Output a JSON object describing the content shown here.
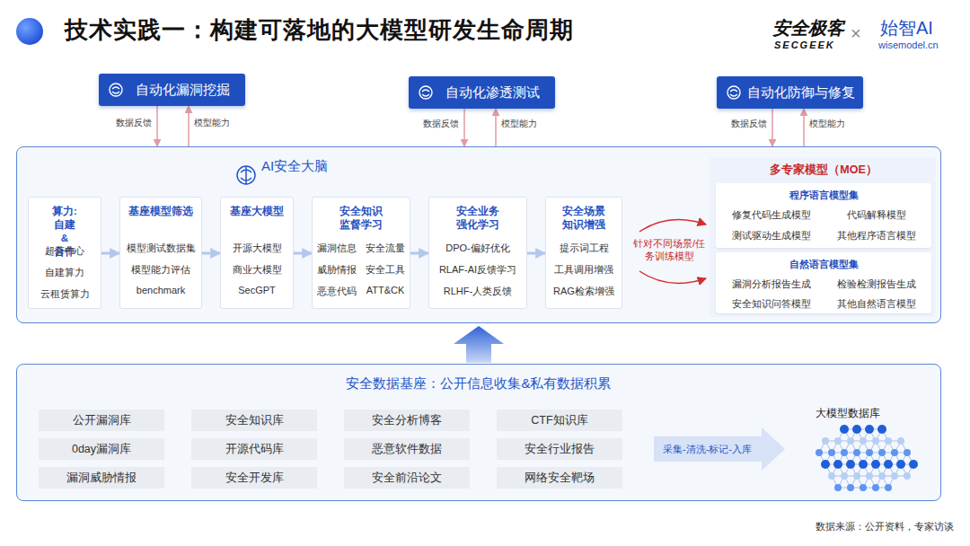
{
  "diagram": {
    "title": "技术实践一：构建可落地的大模型研发生命周期",
    "caption": "数据来源：公开资料，专家访谈",
    "nodes": [
      {
        "text": [
          "自动化漏洞挖掘"
        ]
      },
      {
        "text": [
          "自动化渗透测试"
        ]
      },
      {
        "text": [
          "自动化防御与修复"
        ]
      },
      {
        "text": [
          "AI安全大脑"
        ]
      },
      {
        "text": [
          "算力: 自建&合作",
          "超算中心",
          "自建算力",
          "云租赁算力"
        ],
        "in": 3
      },
      {
        "text": [
          "基座模型筛选",
          "模型测试数据集",
          "模型能力评估",
          "benchmark"
        ],
        "in": 3
      },
      {
        "text": [
          "基座大模型",
          "开源大模型",
          "商业大模型",
          "SecGPT"
        ],
        "in": 3
      },
      {
        "text": [
          "安全知识 监督学习",
          "漏洞信息",
          "安全流量",
          "威胁情报",
          "安全工具",
          "恶意代码",
          "ATT&CK"
        ],
        "in": 3
      },
      {
        "text": [
          "安全业务 强化学习",
          "DPO-偏好优化",
          "RLAF-AI反馈学习",
          "RLHF-人类反馈"
        ],
        "in": 3
      },
      {
        "text": [
          "安全场景 知识增强",
          "提示词工程",
          "工具调用增强",
          "RAG检索增强"
        ],
        "in": 3
      },
      {
        "text": [
          "多专家模型（MOE）"
        ],
        "in": 3
      },
      {
        "text": [
          "程序语言模型集",
          "修复代码生成模型",
          "代码解释模型",
          "测试驱动生成模型",
          "其他程序语言模型"
        ],
        "in": 10
      },
      {
        "text": [
          "自然语言模型集",
          "漏洞分析报告生成",
          "检验检测报告生成",
          "安全知识问答模型",
          "其他自然语言模型"
        ],
        "in": 10
      },
      {
        "text": [
          "安全数据基座：公开信息收集&私有数据积累"
        ]
      },
      {
        "text": [
          "公开漏洞库"
        ],
        "in": 13
      },
      {
        "text": [
          "安全知识库"
        ],
        "in": 13
      },
      {
        "text": [
          "安全分析博客"
        ],
        "in": 13
      },
      {
        "text": [
          "CTF知识库"
        ],
        "in": 13
      },
      {
        "text": [
          "0day漏洞库"
        ],
        "in": 13
      },
      {
        "text": [
          "开源代码库"
        ],
        "in": 13
      },
      {
        "text": [
          "恶意软件数据"
        ],
        "in": 13
      },
      {
        "text": [
          "安全行业报告"
        ],
        "in": 13
      },
      {
        "text": [
          "漏洞威胁情报"
        ],
        "in": 13
      },
      {
        "text": [
          "安全开发库"
        ],
        "in": 13
      },
      {
        "text": [
          "安全前沿论文"
        ],
        "in": 13
      },
      {
        "text": [
          "网络安全靶场"
        ],
        "in": 13
      }
    ],
    "edges": [
      {
        "from": 0,
        "to": 3,
        "label": "数据反馈",
        "arrow": "to"
      },
      {
        "from": 3,
        "to": 0,
        "label": "模型能力",
        "arrow": "to"
      },
      {
        "from": 1,
        "to": 3,
        "label": "数据反馈",
        "arrow": "to"
      },
      {
        "from": 3,
        "to": 1,
        "label": "模型能力",
        "arrow": "to"
      },
      {
        "from": 2,
        "to": 3,
        "label": "数据反馈",
        "arrow": "to"
      },
      {
        "from": 3,
        "to": 2,
        "label": "模型能力",
        "arrow": "to"
      },
      {
        "from": 4,
        "to": 5,
        "arrow": "to"
      },
      {
        "from": 5,
        "to": 6,
        "arrow": "to"
      },
      {
        "from": 6,
        "to": 7,
        "arrow": "to"
      },
      {
        "from": 7,
        "to": 8,
        "arrow": "to"
      },
      {
        "from": 8,
        "to": 9,
        "arrow": "to"
      },
      {
        "from": 13,
        "to": 3,
        "arrow": "to"
      }
    ],
    "labels": [
      "安全极客",
      "SECGEEK",
      "×",
      "始智AI",
      "wisemodel.cn",
      "针对不同场景/任务训练模型",
      "采集-清洗-标记-入库",
      "大模型数据库"
    ]
  }
}
